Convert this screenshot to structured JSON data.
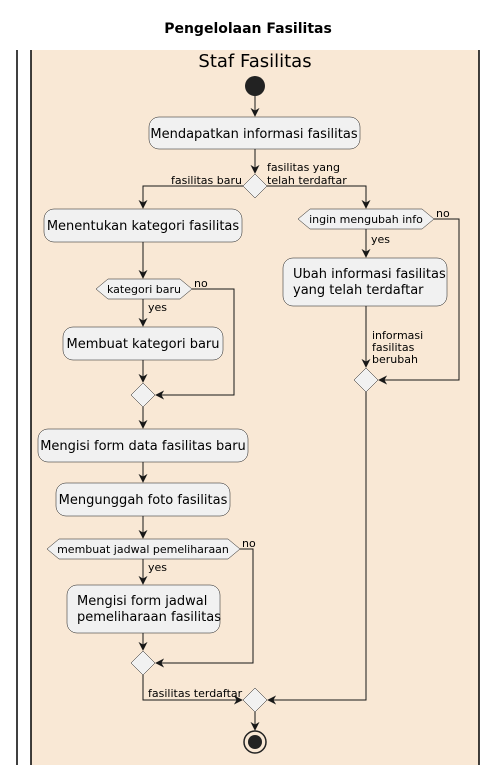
{
  "title": "Pengelolaan Fasilitas",
  "lane": {
    "name": "Staf Fasilitas",
    "color": "#F9E8D5"
  },
  "activities": {
    "get_info": [
      "Mendapatkan informasi fasilitas"
    ],
    "set_category": [
      "Menentukan kategori fasilitas"
    ],
    "new_category": [
      "Membuat kategori baru"
    ],
    "fill_form": [
      "Mengisi form data fasilitas baru"
    ],
    "upload_photo": [
      "Mengunggah foto fasilitas"
    ],
    "fill_schedule": [
      "Mengisi form jadwal",
      "pemeliharaan fasilitas"
    ],
    "change_info": [
      "Ubah informasi fasilitas",
      "yang telah terdaftar"
    ]
  },
  "conditions": {
    "new_category": "kategori baru",
    "schedule": "membuat jadwal pemeliharaan",
    "change": "ingin mengubah info"
  },
  "guards": {
    "new_facility": "fasilitas baru",
    "registered": [
      "fasilitas yang",
      "telah terdaftar"
    ],
    "yes": "yes",
    "no": "no",
    "info_changed": [
      "informasi",
      "fasilitas",
      "berubah"
    ],
    "facility_registered": "fasilitas terdaftar"
  }
}
